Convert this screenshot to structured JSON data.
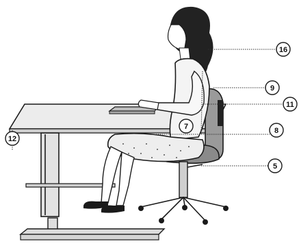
{
  "callouts": {
    "c16": "16",
    "c9": "9",
    "c11": "11",
    "c7": "7",
    "c8": "8",
    "c5": "5",
    "c12": "12"
  },
  "colors": {
    "ink": "#1a1a1a",
    "hair": "#222222",
    "desk_shade": "#d8d8d8",
    "background": "#ffffff"
  }
}
